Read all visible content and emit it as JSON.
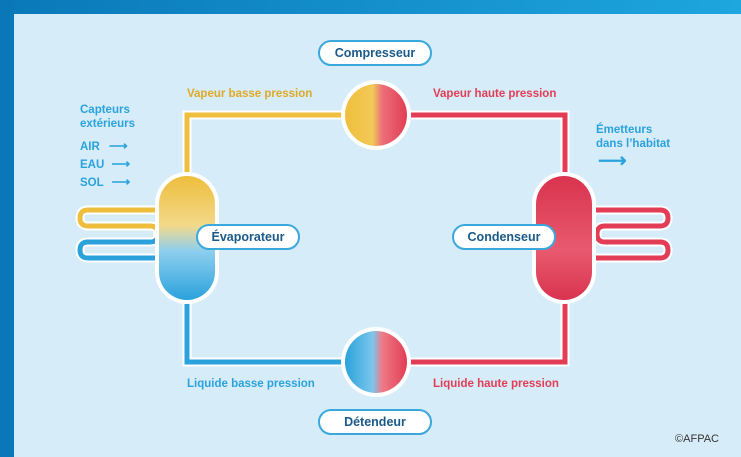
{
  "components": {
    "compressor": "Compresseur",
    "expansion_valve": "Détendeur",
    "evaporator": "Évaporateur",
    "condenser": "Condenseur"
  },
  "flows": {
    "top_left": "Vapeur basse pression",
    "top_right": "Vapeur haute pression",
    "bottom_left": "Liquide basse pression",
    "bottom_right": "Liquide haute pression"
  },
  "sources": {
    "title_line1": "Capteurs",
    "title_line2": "extérieurs",
    "items": [
      "AIR",
      "EAU",
      "SOL"
    ],
    "arrow": "⟶"
  },
  "emitters": {
    "line1": "Émetteurs",
    "line2": "dans l’habitat",
    "arrow": "⟶"
  },
  "credit": "©AFPAC",
  "colors": {
    "hot": "#e23d55",
    "cold": "#2aa2dc",
    "warm": "#e0a827",
    "background": "#d6ecf8",
    "frame": "#0a78b8"
  }
}
